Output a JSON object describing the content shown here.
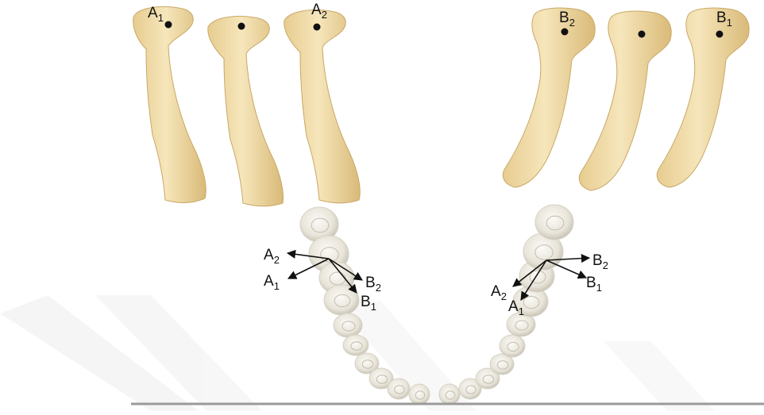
{
  "condyles": {
    "left": [
      {
        "label": "A",
        "sub": "1"
      },
      {
        "label": "",
        "sub": ""
      },
      {
        "label": "A",
        "sub": "2"
      }
    ],
    "right": [
      {
        "label": "B",
        "sub": "2"
      },
      {
        "label": "",
        "sub": ""
      },
      {
        "label": "B",
        "sub": "1"
      }
    ]
  },
  "arch_labels": {
    "left": [
      {
        "label": "A",
        "sub": "2"
      },
      {
        "label": "A",
        "sub": "1"
      },
      {
        "label": "B",
        "sub": "2"
      },
      {
        "label": "B",
        "sub": "1"
      }
    ],
    "right": [
      {
        "label": "B",
        "sub": "2"
      },
      {
        "label": "B",
        "sub": "1"
      },
      {
        "label": "A",
        "sub": "2"
      },
      {
        "label": "A",
        "sub": "1"
      }
    ]
  },
  "colors": {
    "bone_light": "#f2dfae",
    "bone_mid": "#e3c78a",
    "bone_dark": "#c9a866",
    "tooth": "#ece9e0",
    "tooth_shadow": "#c9c5b8",
    "watermark": "#e6e6e6",
    "bottom_rule": "#9a9a9a"
  }
}
